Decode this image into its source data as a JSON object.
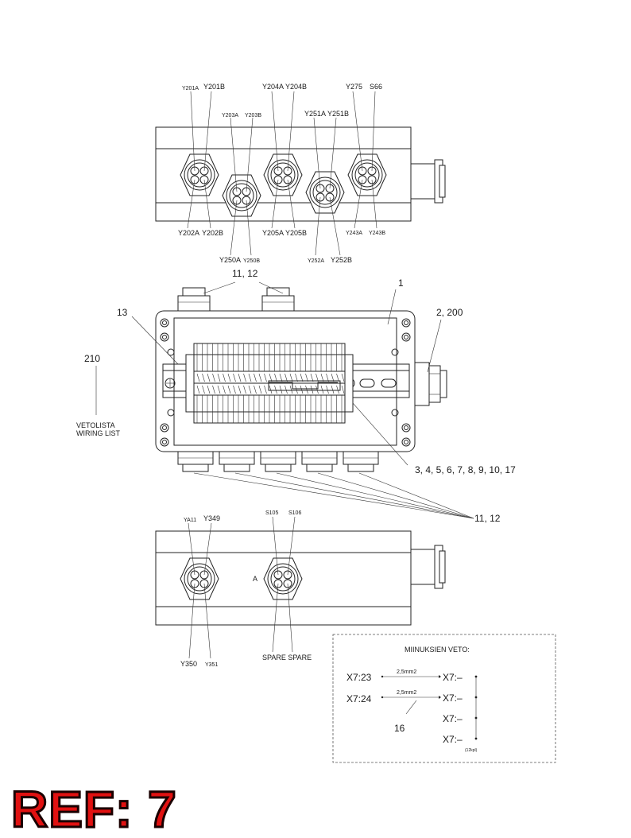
{
  "top_view": {
    "top_labels": [
      "Y201A",
      "Y201B",
      "Y203A",
      "Y203B",
      "Y204A",
      "Y204B",
      "Y251A",
      "Y251B",
      "Y275",
      "S66"
    ],
    "bottom_labels": [
      "Y202A",
      "Y202B",
      "Y250A",
      "Y250B",
      "Y205A",
      "Y205B",
      "Y252A",
      "Y252B",
      "Y243A",
      "Y243B"
    ]
  },
  "middle_view": {
    "callout_glands_top": "11, 12",
    "callout_1": "1",
    "callout_13": "13",
    "callout_2_200": "2, 200",
    "callout_210": "210",
    "wiring_list_fi": "VETOLISTA",
    "wiring_list_en": "WIRING LIST",
    "callout_terminals": "3, 4, 5, 6, 7, 8, 9, 10, 17",
    "callout_glands_bottom": "11, 12"
  },
  "bottom_view": {
    "labels_top": [
      "YA11",
      "Y349",
      "S105",
      "S106"
    ],
    "label_a": "A",
    "labels_bottom": [
      "Y350",
      "Y351",
      "SPARE SPARE"
    ]
  },
  "minus_box": {
    "title": "MIINUKSIEN VETO:",
    "row1_from": "X7:23",
    "row1_wire": "2,5mm2",
    "row1_to": "X7:–",
    "row2_from": "X7:24",
    "row2_wire": "2,5mm2",
    "row2_to": "X7:–",
    "row3_to": "X7:–",
    "row4_to": "X7:–",
    "callout_16": "16",
    "small_note": "(12kpl)"
  },
  "ref_label": "REF: 7"
}
